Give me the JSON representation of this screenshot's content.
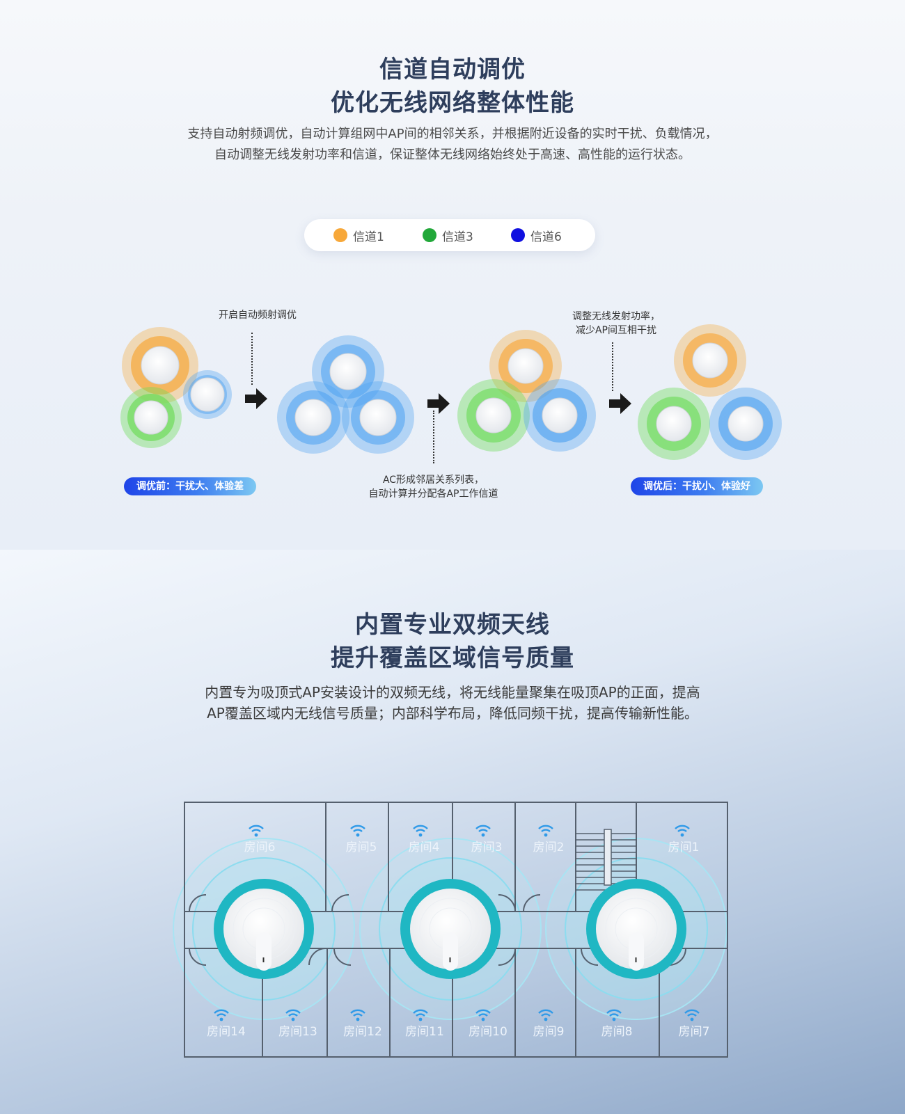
{
  "section1": {
    "title_line1": "信道自动调优",
    "title_line2": "优化无线网络整体性能",
    "desc_line1": "支持自动射频调优，自动计算组网中AP间的相邻关系，并根据附近设备的实时干扰、负载情况，",
    "desc_line2": "自动调整无线发射功率和信道，保证整体无线网络始终处于高速、高性能的运行状态。",
    "legend": [
      {
        "label": "信道1",
        "color": "#f7a83a"
      },
      {
        "label": "信道3",
        "color": "#22a83a"
      },
      {
        "label": "信道6",
        "color": "#1010e0"
      }
    ],
    "note_step1": "开启自动频射调优",
    "note_step2_line1": "AC形成邻居关系列表，",
    "note_step2_line2": "自动计算并分配各AP工作信道",
    "note_step3_line1": "调整无线发射功率，",
    "note_step3_line2": "减少AP间互相干扰",
    "badge_before": "调优前：干扰大、体验差",
    "badge_after": "调优后：干扰小、体验好",
    "colors": {
      "orange": "#f7a83a",
      "green": "#6fdc5a",
      "blue": "#4aa0f0"
    }
  },
  "section2": {
    "title_line1": "内置专业双频天线",
    "title_line2": "提升覆盖区域信号质量",
    "desc_line1": "内置专为吸顶式AP安装设计的双频无线，将无线能量聚集在吸顶AP的正面，提高",
    "desc_line2": "AP覆盖区域内无线信号质量；内部科学布局，降低同频干扰，提高传输新性能。",
    "rooms_top": [
      "房间6",
      "房间5",
      "房间4",
      "房间3",
      "房间2",
      "房间1"
    ],
    "rooms_bottom": [
      "房间14",
      "房间13",
      "房间12",
      "房间11",
      "房间10",
      "房间9",
      "房间8",
      "房间7"
    ],
    "colors": {
      "ring": "#1fb7c3",
      "wifi": "#2f9ae8",
      "wall": "#55606e"
    }
  }
}
